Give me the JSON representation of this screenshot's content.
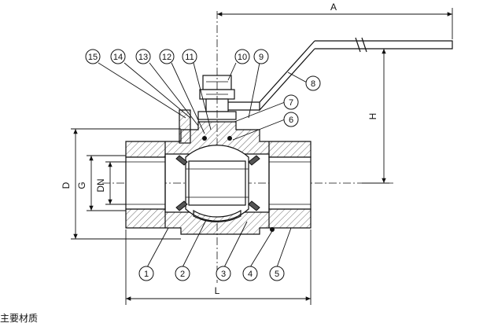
{
  "drawing": {
    "dimension_labels": {
      "A": "A",
      "H": "H",
      "D": "D",
      "G": "G",
      "DN": "DN",
      "L": "L"
    },
    "callouts_top": [
      "15",
      "14",
      "13",
      "12",
      "11",
      "10",
      "9"
    ],
    "callouts_right": [
      "8",
      "7",
      "6"
    ],
    "callouts_bottom": [
      "1",
      "2",
      "3",
      "4",
      "5"
    ],
    "caption": "主要材质"
  }
}
